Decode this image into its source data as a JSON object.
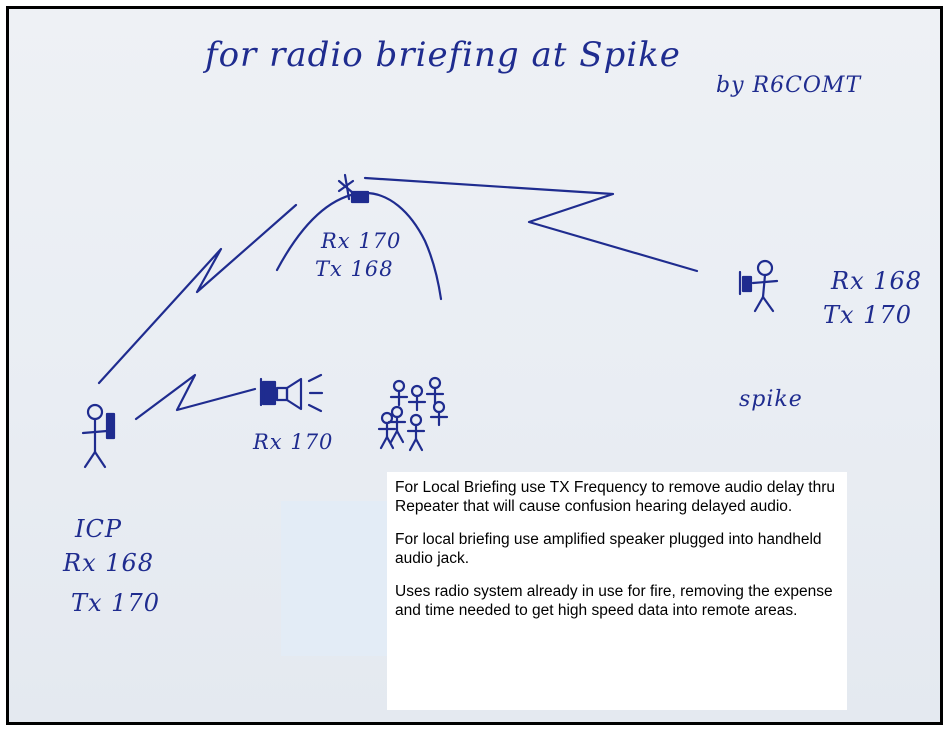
{
  "title": "for radio briefing at Spike",
  "author": "by R6COMT",
  "ink_color": "#1f2c8f",
  "repeater": {
    "rx": "Rx 170",
    "tx": "Tx 168"
  },
  "spike_station": {
    "rx": "Rx 168",
    "tx": "Tx 170",
    "label": "spike"
  },
  "speaker": {
    "rx": "Rx 170"
  },
  "icp": {
    "label": "ICP",
    "rx": "Rx 168",
    "tx": "Tx 170"
  },
  "notes": [
    "For Local Briefing use TX Frequency to remove audio delay thru Repeater that will cause confusion hearing delayed audio.",
    "For local briefing use amplified speaker plugged into handheld audio jack.",
    "Uses radio system already in use for fire, removing the expense and time needed to get high speed data into remote areas."
  ]
}
